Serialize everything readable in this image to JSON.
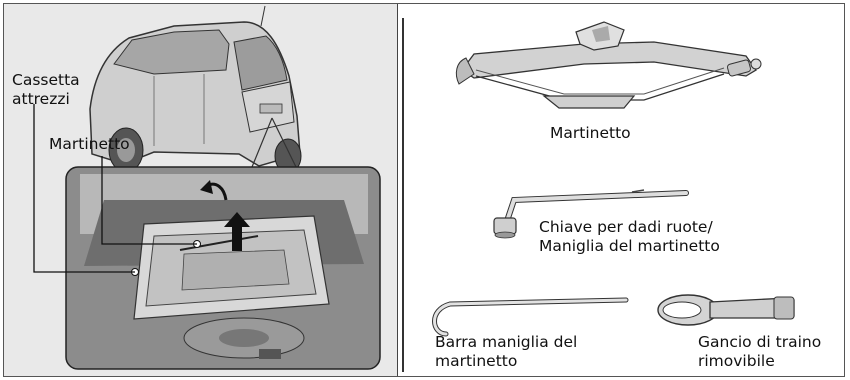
{
  "labels": {
    "toolbox": "Cassetta\nattrezzi",
    "jack_left": "Martinetto",
    "jack_right": "Martinetto",
    "wrench": "Chiave per dadi ruote/\nManiglia del martinetto",
    "bar": "Barra maniglia del\nmartinetto",
    "hook": "Gancio di traino\nrimovibile"
  },
  "icons": [
    "car-rear-icon",
    "trunk-closeup-icon",
    "scissor-jack-icon",
    "wheel-wrench-icon",
    "jack-handle-bar-icon",
    "tow-hook-icon"
  ]
}
